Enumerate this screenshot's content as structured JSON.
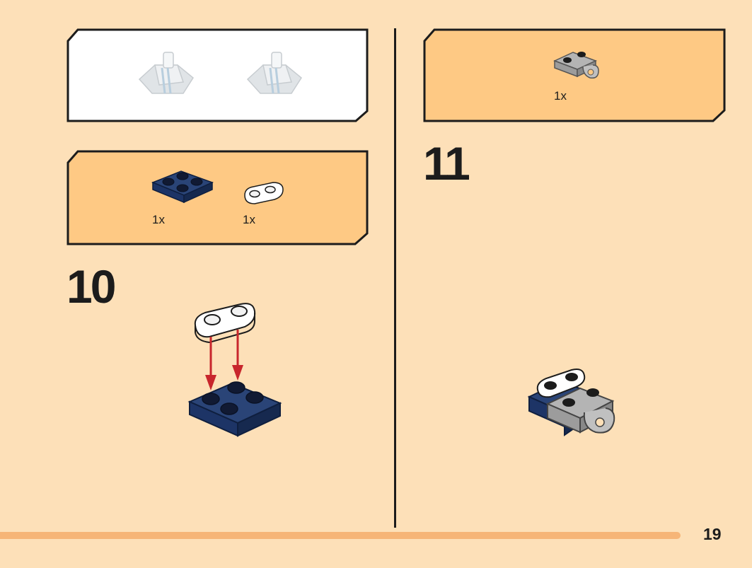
{
  "steps": [
    {
      "number": "10",
      "parts": [
        {
          "icon": "dark-blue-2x2-plate-icon",
          "qty": "1x"
        },
        {
          "icon": "white-1x2-rounded-plate-icon",
          "qty": "1x"
        }
      ]
    },
    {
      "number": "11",
      "parts": [
        {
          "icon": "grey-plate-with-clip-icon",
          "qty": "1x"
        }
      ]
    }
  ],
  "page_number": "19",
  "colors": {
    "background": "#fde0b8",
    "parts_box": "#fec984",
    "dark_blue": "#1d3466",
    "arrow_red": "#c8262c",
    "grey_part": "#a5a5a5"
  }
}
